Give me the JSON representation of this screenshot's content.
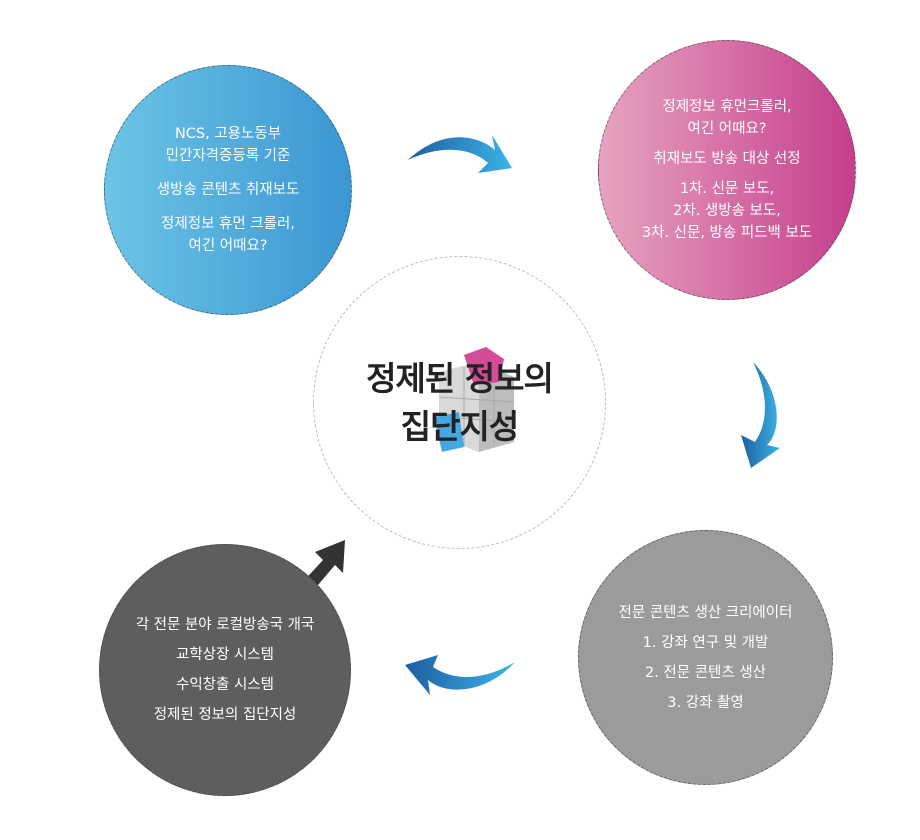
{
  "center": {
    "title_lines": [
      "정제된 정보의",
      "집단지성"
    ]
  },
  "circles": {
    "top_left": {
      "groups": [
        [
          "NCS, 고용노동부",
          "민간자격증등록 기준"
        ],
        [
          "생방송 콘텐츠 취재보도"
        ],
        [
          "정제정보 휴먼 크롤러,",
          "여긴 어때요?"
        ]
      ],
      "color": "#4aa6dc"
    },
    "top_right": {
      "groups": [
        [
          "정제정보 휴먼크롤러,",
          "여긴 어때요?"
        ],
        [
          "취재보도 방송 대상 선정"
        ],
        [
          "1차. 신문 보도,",
          "2차. 생방송 보도,",
          "3차. 신문, 방송 피드백 보도"
        ]
      ],
      "color": "#d069a3"
    },
    "bottom_right": {
      "groups": [
        [
          "전문 콘텐츠 생산 크리에이터"
        ],
        [
          "1. 강좌 연구 및 개발"
        ],
        [
          "2. 전문 콘텐츠 생산"
        ],
        [
          "3. 강좌 촬영"
        ]
      ],
      "color": "#9b9b9b"
    },
    "bottom_left": {
      "groups": [
        [
          "각 전문 분야  로컬방송국 개국"
        ],
        [
          "교학상장 시스템"
        ],
        [
          "수익창출 시스템"
        ],
        [
          "정제된 정보의  집단지성"
        ]
      ],
      "color": "#5e5e5e"
    }
  }
}
